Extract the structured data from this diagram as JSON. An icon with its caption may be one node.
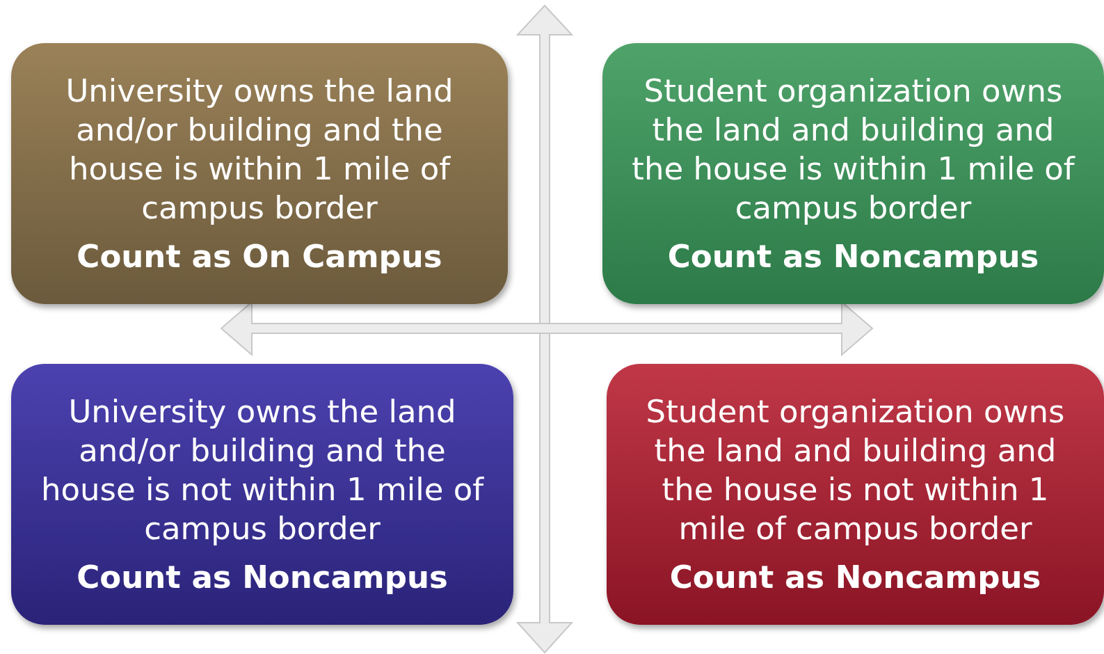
{
  "diagram": {
    "nodes": [
      {
        "text": [
          "University owns the land and/or building and the house is within 1 mile of campus border",
          "Count as On Campus"
        ]
      },
      {
        "text": [
          "Student organization owns the land and building and the house is within 1 mile of campus border",
          "Count as Noncampus"
        ]
      },
      {
        "text": [
          "University owns the land and/or building and the house is not within 1 mile of campus border",
          "Count as Noncampus"
        ]
      },
      {
        "text": [
          "Student organization owns the land and building and the house is not within 1 mile of campus border",
          "Count as Noncampus"
        ]
      }
    ]
  }
}
